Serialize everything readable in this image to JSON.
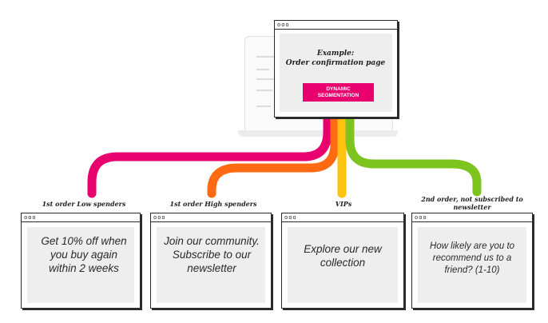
{
  "example_window": {
    "controls": "ooo",
    "title_line1": "Example:",
    "title_line2": "Order confirmation page",
    "badge_line1": "DYNAMIC",
    "badge_line2": "SEGMENTATION"
  },
  "colors": {
    "pink": "#e8006f",
    "orange": "#ff6a13",
    "yellow": "#ffc20e",
    "green": "#7dc41e"
  },
  "segments": [
    {
      "label": "1st order Low spenders",
      "controls": "ooo",
      "message": "Get 10% off when you buy again within 2 weeks"
    },
    {
      "label": "1st order High spenders",
      "controls": "ooo",
      "message": "Join our community. Subscribe to our newsletter"
    },
    {
      "label": "VIPs",
      "controls": "ooo",
      "message": "Explore our new collection"
    },
    {
      "label": "2nd order, not subscribed to newsletter",
      "controls": "ooo",
      "message": "How likely are you to recommend us to a friend? (1-10)"
    }
  ]
}
